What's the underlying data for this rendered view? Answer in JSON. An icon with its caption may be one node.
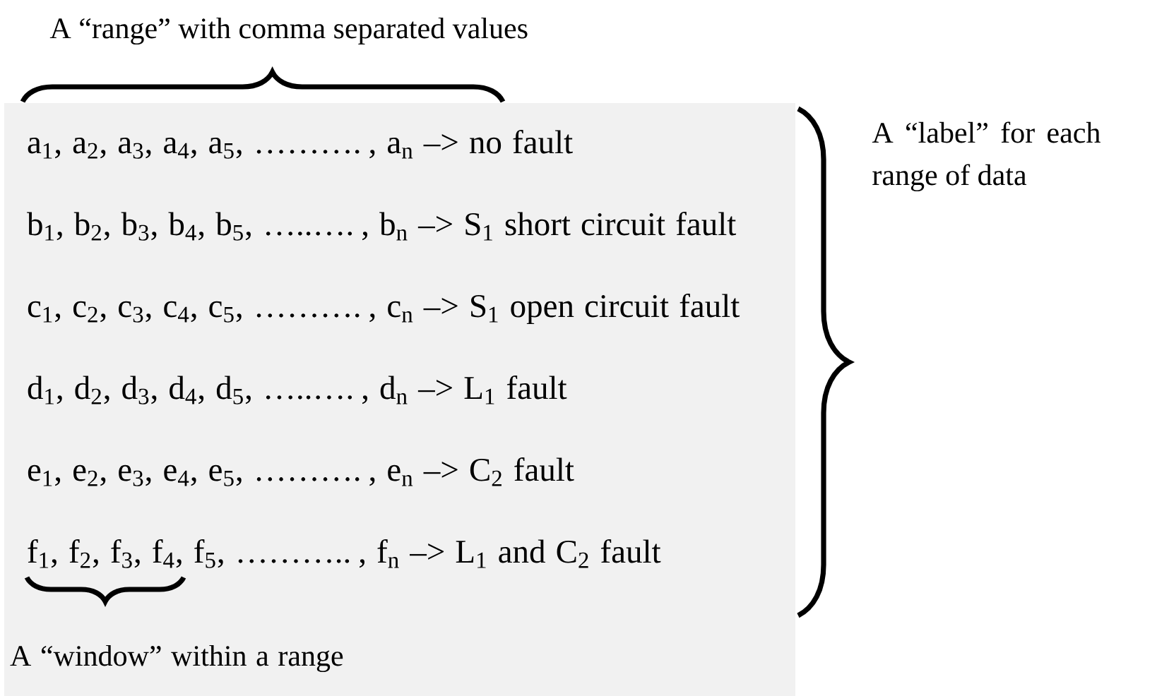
{
  "diagram": {
    "nodes": [
      {
        "text": [
          "a$_{1}$, a$_{2}$, a$_{3}$, a$_{4}$, a$_{5}$, ………. , a$_{n}$ –> no fault",
          "b$_{1}$, b$_{2}$, b$_{3}$, b$_{4}$, b$_{5}$, …..…. , b$_{n}$ –> S$_{1}$ short circuit fault",
          "c$_{1}$, c$_{2}$, c$_{3}$, c$_{4}$, c$_{5}$, ………. , c$_{n}$ –> S$_{1}$ open circuit fault",
          "d$_{1}$, d$_{2}$, d$_{3}$, d$_{4}$, d$_{5}$, …..…. , d$_{n}$ –> L$_{1}$ fault",
          "e$_{1}$, e$_{2}$, e$_{3}$, e$_{4}$, e$_{5}$, ………. , e$_{n}$ –> C$_{2}$ fault",
          "f$_{1}$, f$_{2}$, f$_{3}$, f$_{4}$, f$_{5}$, ……….. , f$_{n}$ –> L$_{1}$ and C$_{2}$ fault",
          "A “window” within a range"
        ]
      }
    ],
    "labels": [
      "A “range” with comma separated values",
      "A “label” for each range of data"
    ]
  }
}
